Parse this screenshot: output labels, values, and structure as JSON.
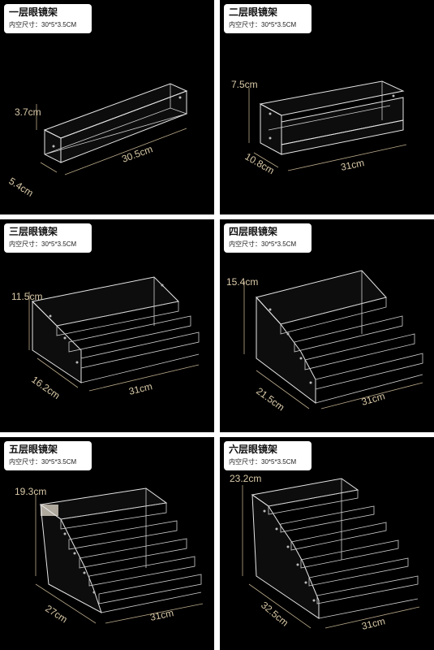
{
  "panels": [
    {
      "title": "一层眼镜架",
      "spec": "内空尺寸：30*5*3.5CM",
      "height": "3.7cm",
      "depth": "5.4cm",
      "width": "30.5cm"
    },
    {
      "title": "二层眼镜架",
      "spec": "内空尺寸：30*5*3.5CM",
      "height": "7.5cm",
      "depth": "10.8cm",
      "width": "31cm"
    },
    {
      "title": "三层眼镜架",
      "spec": "内空尺寸：30*5*3.5CM",
      "height": "11.5cm",
      "depth": "16.2cm",
      "width": "31cm"
    },
    {
      "title": "四层眼镜架",
      "spec": "内空尺寸：30*5*3.5CM",
      "height": "15.4cm",
      "depth": "21.5cm",
      "width": "31cm"
    },
    {
      "title": "五层眼镜架",
      "spec": "内空尺寸：30*5*3.5CM",
      "height": "19.3cm",
      "depth": "27cm",
      "width": "31cm"
    },
    {
      "title": "六层眼镜架",
      "spec": "内空尺寸：30*5*3.5CM",
      "height": "23.2cm",
      "depth": "32.5cm",
      "width": "31cm"
    }
  ],
  "colors": {
    "background": "#000000",
    "label_bg": "#ffffff",
    "dimension": "#d9c9a8",
    "acrylic": "#e6e6e6"
  }
}
